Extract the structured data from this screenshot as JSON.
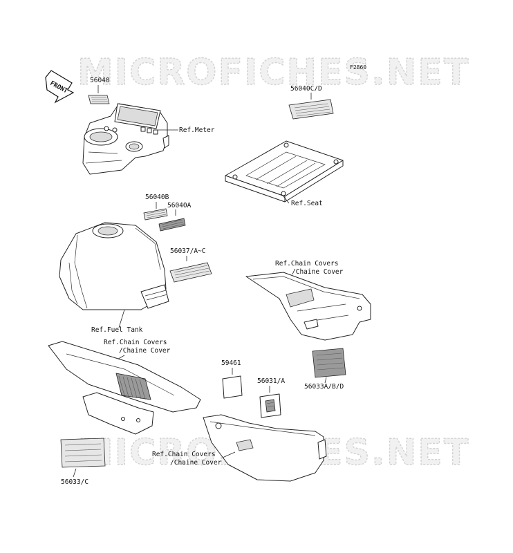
{
  "watermark": {
    "top": "MICROFICHES.NET",
    "bottom": "MICROFICHES.NET"
  },
  "figure_code": "F2860",
  "front_arrow": "FRONT",
  "parts": {
    "p56040": "56040",
    "p56040cd": "56040C/D",
    "p56040b": "56040B",
    "p56040a": "56040A",
    "p56037": "56037/A~C",
    "p59461": "59461",
    "p56031": "56031/A",
    "p56033abd": "56033A/B/D",
    "p56033c": "56033/C"
  },
  "refs": {
    "meter": "Ref.Meter",
    "seat": "Ref.Seat",
    "fuel_tank": "Ref.Fuel Tank",
    "chain_covers_1_l1": "Ref.Chain Covers",
    "chain_covers_1_l2": "/Chaine Cover",
    "chain_covers_2_l1": "Ref.Chain Covers",
    "chain_covers_2_l2": "/Chaine Cover",
    "chain_covers_3_l1": "Ref.Chain Covers",
    "chain_covers_3_l2": "/Chaine Cover"
  }
}
